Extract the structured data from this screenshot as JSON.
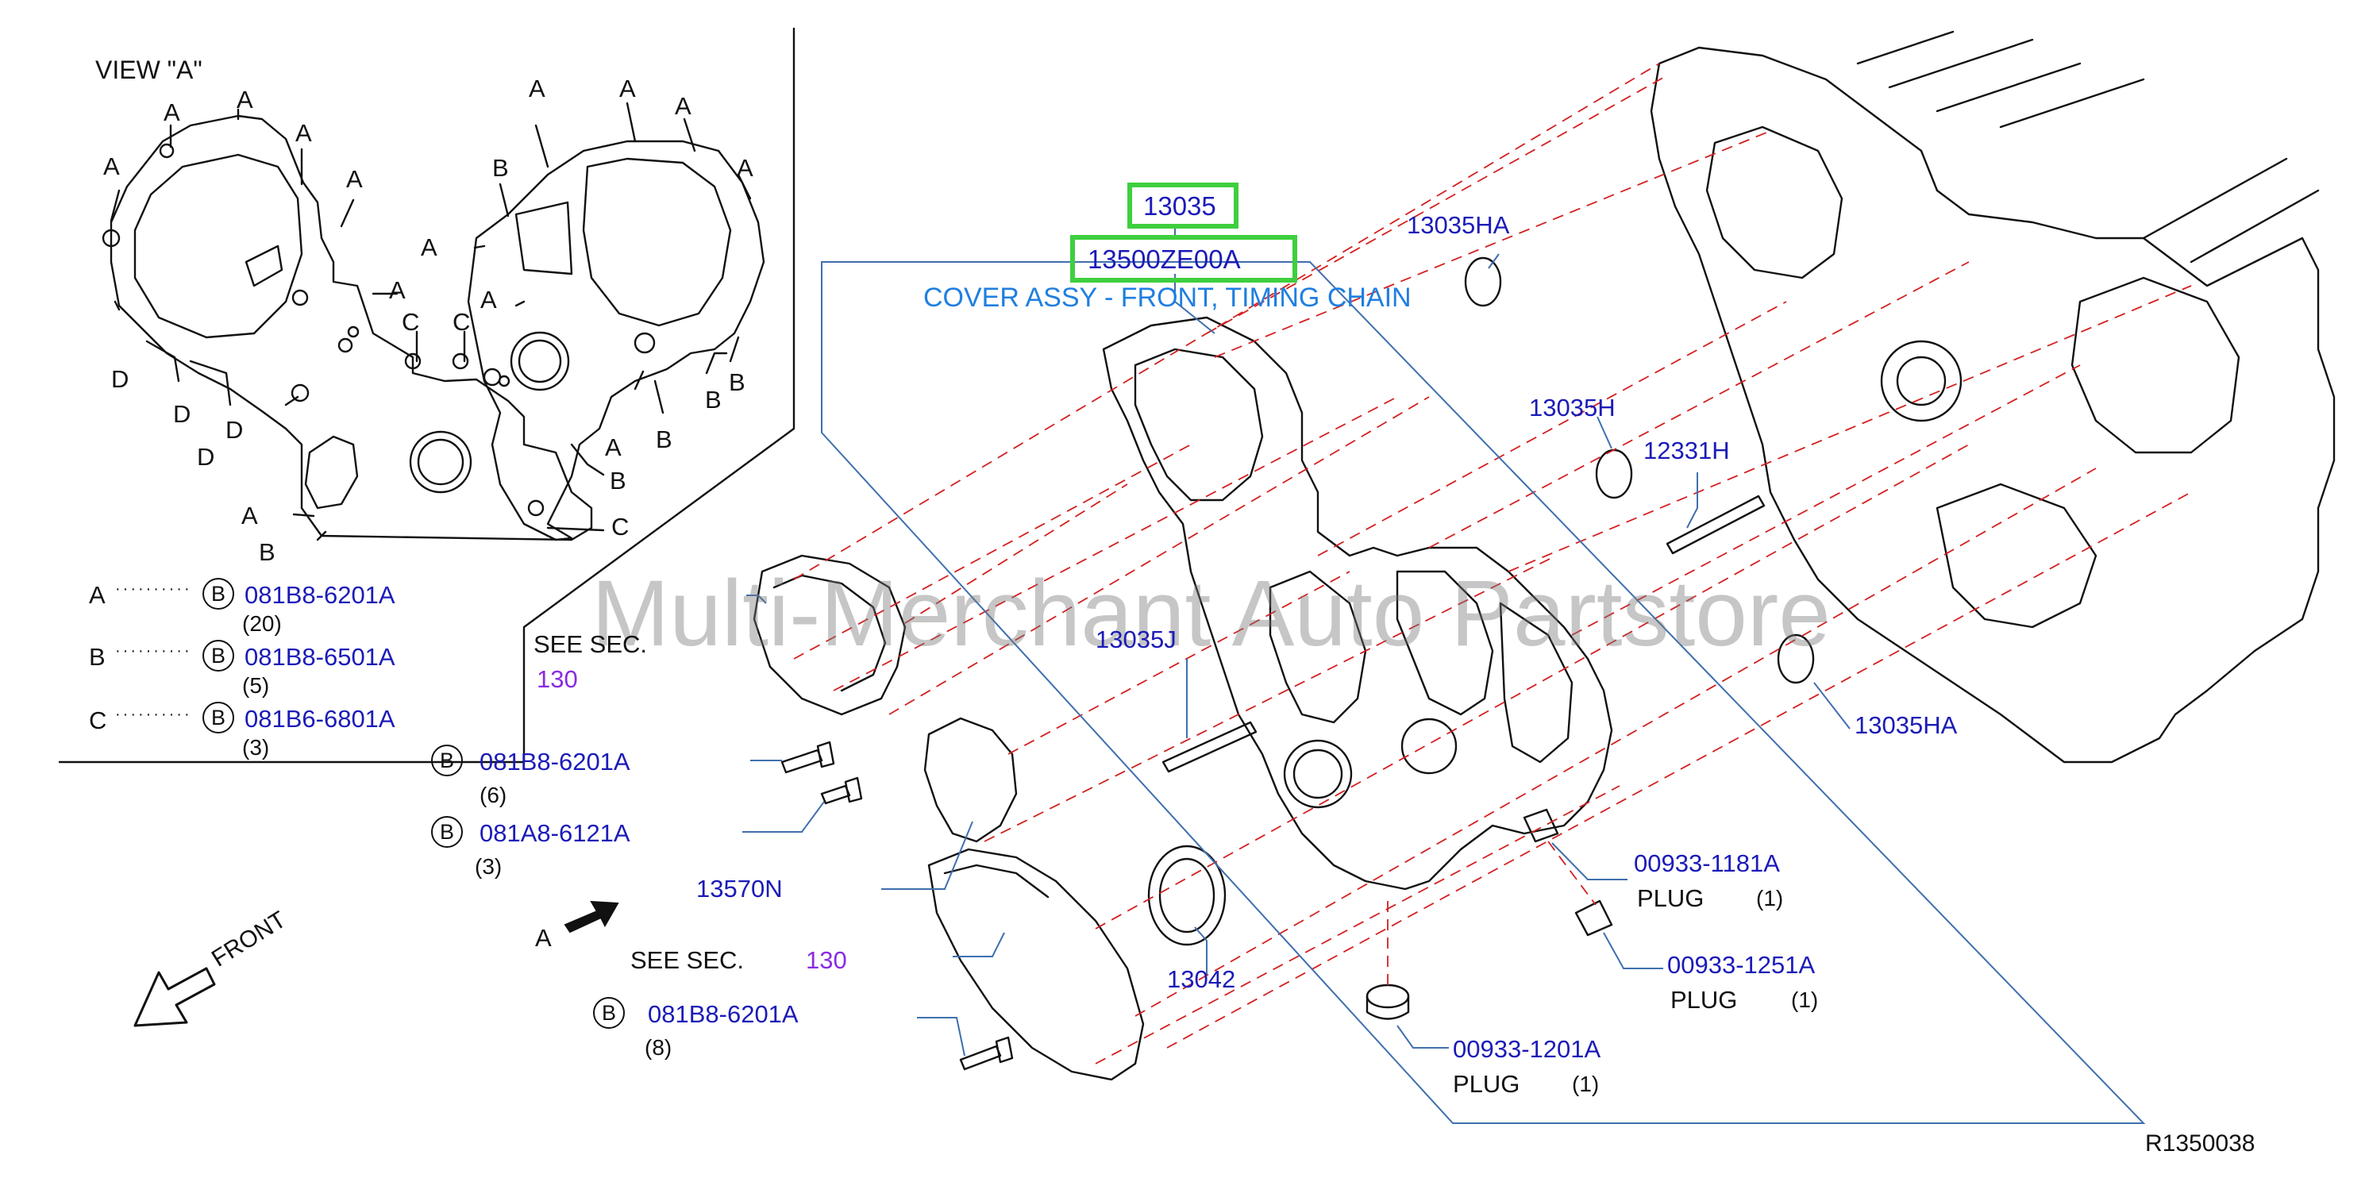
{
  "view": {
    "title": "VIEW  \"A\"",
    "marks": {
      "a": "A",
      "b": "B",
      "c": "C",
      "d": "D"
    }
  },
  "legend": [
    {
      "key": "A",
      "badge": "B",
      "part": "081B8-6201A",
      "qty": "(20)"
    },
    {
      "key": "B",
      "badge": "B",
      "part": "081B8-6501A",
      "qty": "(5)"
    },
    {
      "key": "C",
      "badge": "B",
      "part": "081B6-6801A",
      "qty": "(3)"
    }
  ],
  "main_part": {
    "number": "13035",
    "code": "13500ZE00A",
    "description": "COVER ASSY - FRONT, TIMING CHAIN"
  },
  "see_section": {
    "label": "SEE   SEC.",
    "number": "130"
  },
  "bolts": [
    {
      "badge": "B",
      "part": "081B8-6201A",
      "qty": "(6)"
    },
    {
      "badge": "B",
      "part": "081A8-6121A",
      "qty": "(3)"
    },
    {
      "badge": "B",
      "part": "081B8-6201A",
      "qty": "(8)"
    }
  ],
  "parts": {
    "p13570n": "13570N",
    "p13042": "13042",
    "p13035j": "13035J",
    "p13035ha_top": "13035HA",
    "p13035h": "13035H",
    "p12331h": "12331H",
    "p13035ha_right": "13035HA"
  },
  "plugs": [
    {
      "part": "00933-1181A",
      "name": "PLUG",
      "qty": "(1)"
    },
    {
      "part": "00933-1251A",
      "name": "PLUG",
      "qty": "(1)"
    },
    {
      "part": "00933-1201A",
      "name": "PLUG",
      "qty": "(1)"
    }
  ],
  "front_label": "FRONT",
  "arrow_label": "A",
  "ref_code": "R1350038",
  "watermark": "Multi-Merchant Auto Partstore"
}
